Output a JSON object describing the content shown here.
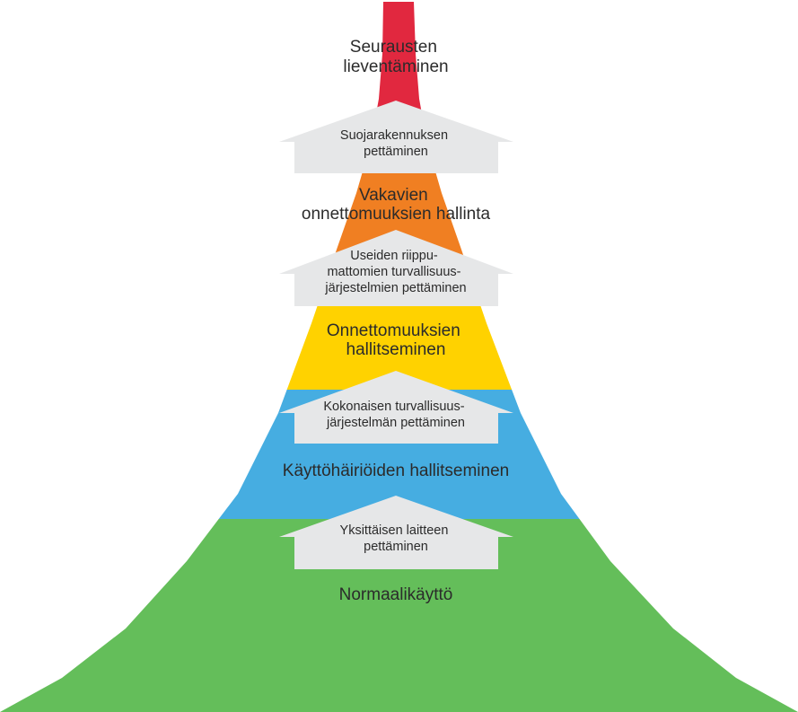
{
  "colors": {
    "red": "#e1283f",
    "orange": "#f07f22",
    "yellow": "#ffd200",
    "blue": "#46ade1",
    "green": "#64be5a",
    "arrow": "#e6e7e8"
  },
  "levels": [
    {
      "id": "red",
      "lines": [
        "Seurausten",
        "lieventäminen"
      ]
    },
    {
      "id": "orange",
      "lines": [
        "Vakavien",
        "onnettomuuksien hallinta"
      ]
    },
    {
      "id": "yellow",
      "lines": [
        "Onnettomuuksien",
        "hallitseminen"
      ]
    },
    {
      "id": "blue",
      "lines": [
        "Käyttöhäiriöiden hallitseminen"
      ]
    },
    {
      "id": "green",
      "lines": [
        "Normaalikäyttö"
      ]
    }
  ],
  "arrows": [
    {
      "lines": [
        "Suojarakennuksen",
        "pettäminen"
      ]
    },
    {
      "lines": [
        "Useiden riippu-",
        "mattomien turvallisuus-",
        "järjestelmien pettäminen"
      ]
    },
    {
      "lines": [
        "Kokonaisen turvallisuus-",
        "järjestelmän pettäminen"
      ]
    },
    {
      "lines": [
        "Yksittäisen laitteen",
        "pettäminen"
      ]
    }
  ]
}
